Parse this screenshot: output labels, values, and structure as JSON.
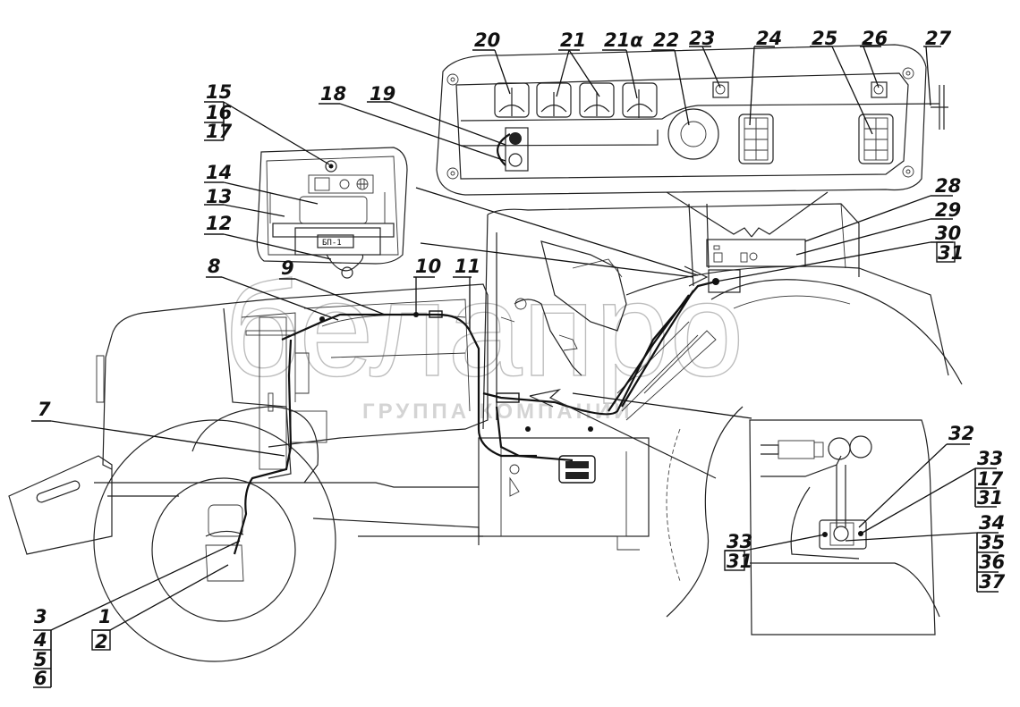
{
  "diagram": {
    "title": "Tractor electrical wiring harness layout (schematic)",
    "panel_label": "БП-1",
    "watermark": {
      "brand": "белапро",
      "subtitle": "ГРУППА КОМПАНИЙ"
    },
    "callouts": [
      {
        "id": "1",
        "stack": [
          "1",
          "2"
        ]
      },
      {
        "id": "3",
        "stack": [
          "3",
          "4",
          "5",
          "6"
        ]
      },
      {
        "id": "7",
        "stack": [
          "7"
        ]
      },
      {
        "id": "8",
        "stack": [
          "8"
        ]
      },
      {
        "id": "9",
        "stack": [
          "9"
        ]
      },
      {
        "id": "10",
        "stack": [
          "10"
        ]
      },
      {
        "id": "11",
        "stack": [
          "11"
        ]
      },
      {
        "id": "12",
        "stack": [
          "12"
        ]
      },
      {
        "id": "13",
        "stack": [
          "13"
        ]
      },
      {
        "id": "14",
        "stack": [
          "14"
        ]
      },
      {
        "id": "15",
        "stack": [
          "15",
          "16",
          "17"
        ]
      },
      {
        "id": "18",
        "stack": [
          "18"
        ]
      },
      {
        "id": "19",
        "stack": [
          "19"
        ]
      },
      {
        "id": "20",
        "stack": [
          "20"
        ]
      },
      {
        "id": "21",
        "stack": [
          "21"
        ]
      },
      {
        "id": "21a",
        "stack": [
          "21α"
        ]
      },
      {
        "id": "22",
        "stack": [
          "22"
        ]
      },
      {
        "id": "23",
        "stack": [
          "23"
        ]
      },
      {
        "id": "24",
        "stack": [
          "24"
        ]
      },
      {
        "id": "25",
        "stack": [
          "25"
        ]
      },
      {
        "id": "26",
        "stack": [
          "26"
        ]
      },
      {
        "id": "27",
        "stack": [
          "27"
        ]
      },
      {
        "id": "28",
        "stack": [
          "28"
        ]
      },
      {
        "id": "29",
        "stack": [
          "29"
        ]
      },
      {
        "id": "30",
        "stack": [
          "30",
          "31"
        ]
      },
      {
        "id": "32",
        "stack": [
          "32"
        ]
      },
      {
        "id": "33a",
        "stack": [
          "33",
          "17",
          "31"
        ]
      },
      {
        "id": "33b",
        "stack": [
          "33",
          "31"
        ]
      },
      {
        "id": "34",
        "stack": [
          "34",
          "35",
          "36",
          "37"
        ]
      }
    ]
  }
}
